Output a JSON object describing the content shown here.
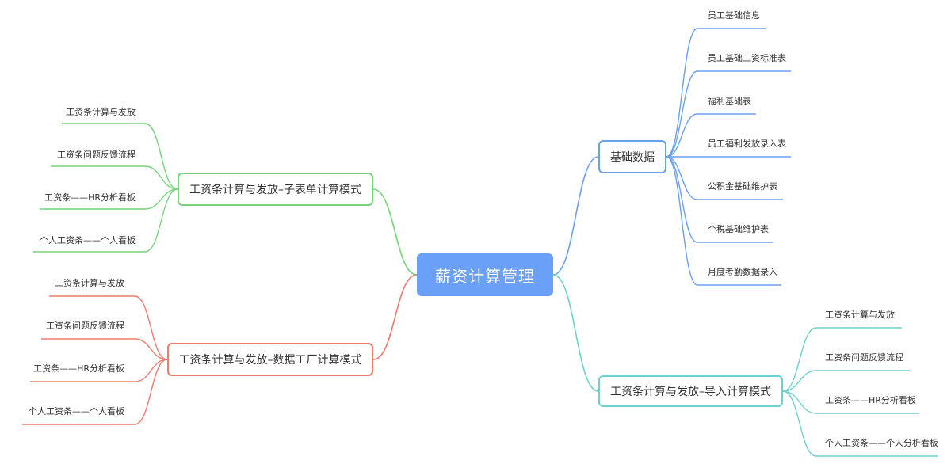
{
  "colors": {
    "root": "#6aa0f7",
    "blue": "#6b9ff0",
    "green": "#77d37c",
    "red": "#ec7b6d",
    "teal": "#6fd0cc"
  },
  "root": {
    "label": "薪资计算管理"
  },
  "branches": {
    "basic": {
      "label": "基础数据",
      "leaves": [
        "员工基础信息",
        "员工基础工资标准表",
        "福利基础表",
        "员工福利发放录入表",
        "公积金基础维护表",
        "个税基础维护表",
        "月度考勤数据录入"
      ]
    },
    "import": {
      "label": "工资条计算与发放–导入计算模式",
      "leaves": [
        "工资条计算与发放",
        "工资条问题反馈流程",
        "工资条——HR分析看板",
        "个人工资条——个人分析看板"
      ]
    },
    "subform": {
      "label": "工资条计算与发放–子表单计算模式",
      "leaves": [
        "工资条计算与发放",
        "工资条问题反馈流程",
        "工资条——HR分析看板",
        "个人工资条——个人看板"
      ]
    },
    "factory": {
      "label": "工资条计算与发放–数据工厂计算模式",
      "leaves": [
        "工资条计算与发放",
        "工资条问题反馈流程",
        "工资条——HR分析看板",
        "个人工资条——个人看板"
      ]
    }
  }
}
